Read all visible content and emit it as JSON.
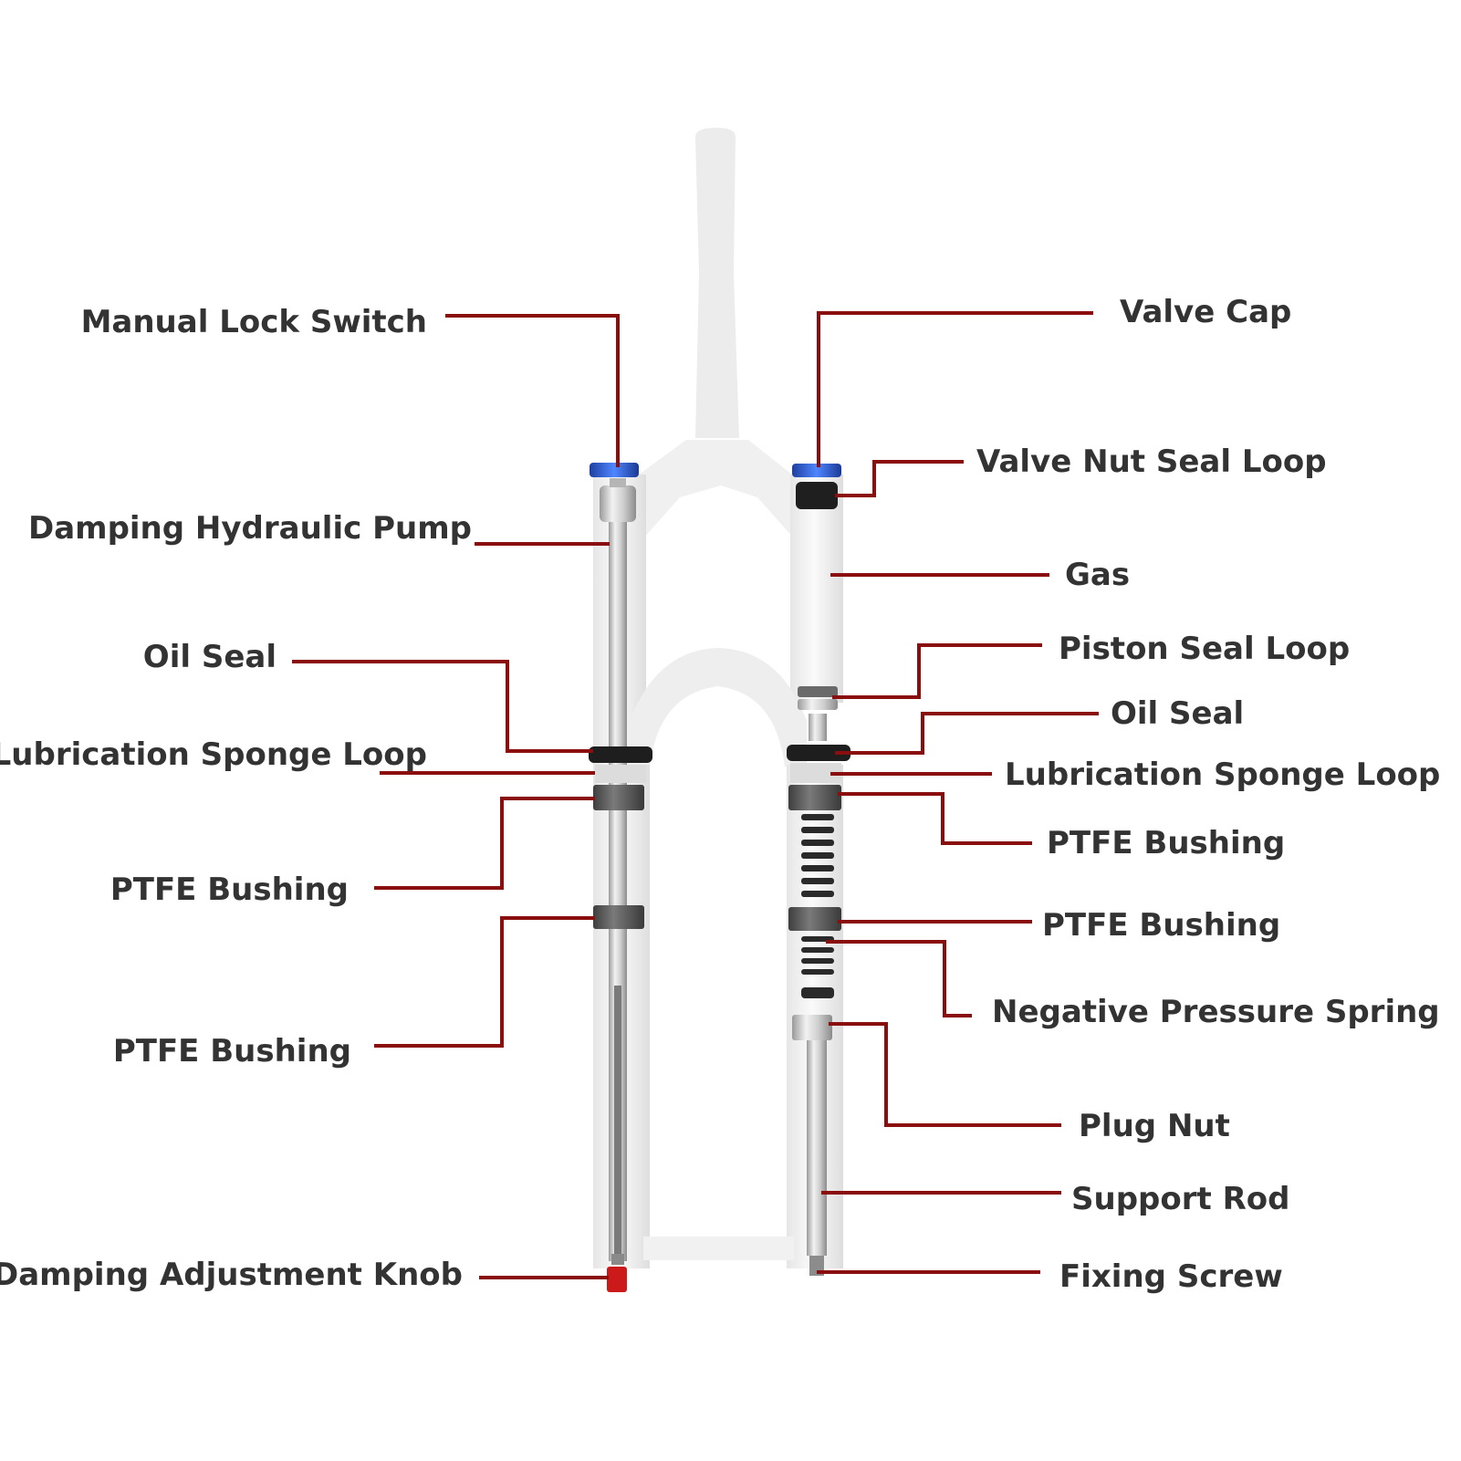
{
  "colors": {
    "leader": "#8b0e0e",
    "label_text": "#333333",
    "fork_body": "#eeeeee",
    "metal": "#c8c8c8",
    "bushing": "#5a5a5a",
    "cap_blue": "#2a55c8",
    "knob_red": "#cc1a1a"
  },
  "labels": {
    "manual_lock_switch": "Manual Lock Switch",
    "damping_hydraulic_pump": "Damping Hydraulic Pump",
    "oil_seal_left": "Oil Seal",
    "lubrication_sponge_loop_left": "Lubrication Sponge Loop",
    "ptfe_bushing_left_upper": "PTFE Bushing",
    "ptfe_bushing_left_lower": "PTFE Bushing",
    "damping_adjustment_knob": "Damping Adjustment Knob",
    "valve_cap": "Valve Cap",
    "valve_nut_seal_loop": "Valve Nut Seal Loop",
    "gas": "Gas",
    "piston_seal_loop": "Piston Seal Loop",
    "oil_seal_right": "Oil Seal",
    "lubrication_sponge_loop_right": "Lubrication Sponge Loop",
    "ptfe_bushing_right_upper": "PTFE Bushing",
    "ptfe_bushing_right_lower": "PTFE Bushing",
    "negative_pressure_spring": "Negative Pressure Spring",
    "plug_nut": "Plug Nut",
    "support_rod": "Support Rod",
    "fixing_screw": "Fixing Screw"
  }
}
